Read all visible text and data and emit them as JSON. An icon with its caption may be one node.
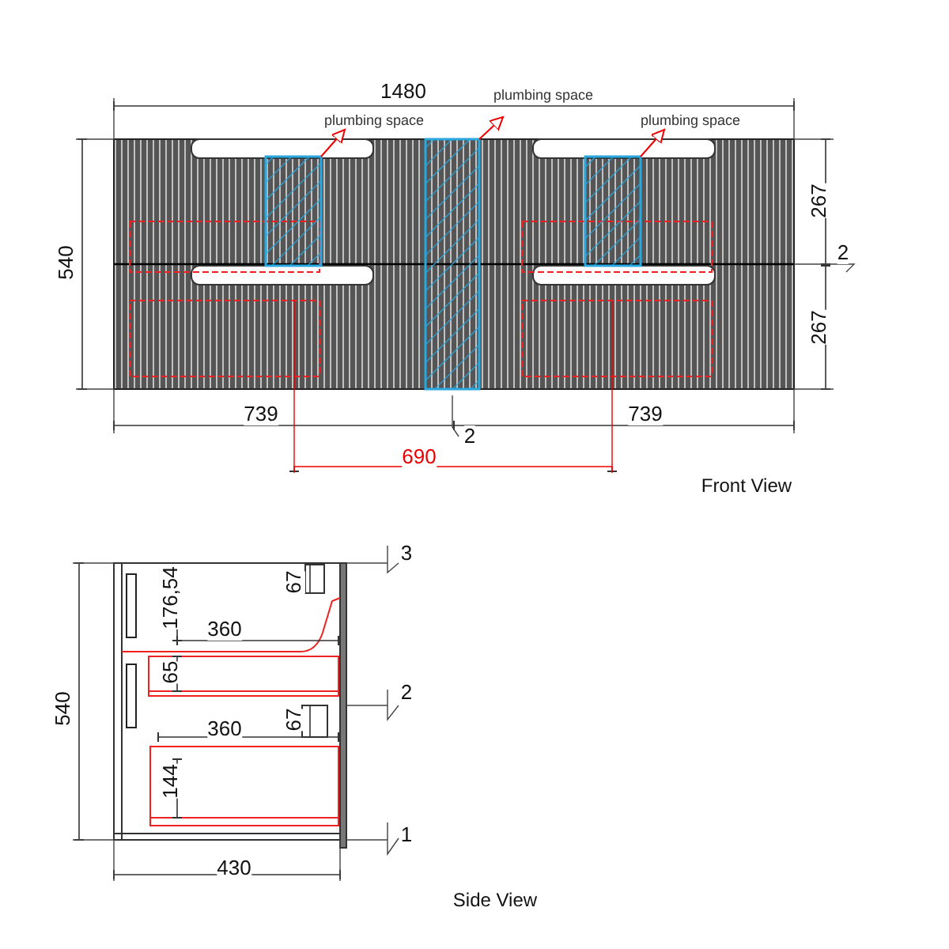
{
  "diagram": {
    "nodes": [
      {
        "text": [
          "plumbing space"
        ]
      },
      {
        "text": [
          "plumbing space"
        ]
      },
      {
        "text": [
          "plumbing space"
        ]
      },
      {
        "text": [],
        "shape": "box"
      },
      {
        "text": [],
        "shape": "box"
      },
      {
        "text": [],
        "shape": "box"
      }
    ],
    "edges": [
      {
        "from": 3,
        "to": 0,
        "arrow": "to"
      },
      {
        "from": 4,
        "to": 1,
        "arrow": "to"
      },
      {
        "from": 5,
        "to": 2,
        "arrow": "to"
      }
    ],
    "labels": [
      "1480",
      "540",
      "267",
      "267",
      "2",
      "739",
      "2",
      "739",
      "690",
      "Front View",
      "3",
      "67",
      "176,54",
      "360",
      "540",
      "65",
      "2",
      "67",
      "360",
      "144",
      "1",
      "430",
      "Side View"
    ]
  }
}
